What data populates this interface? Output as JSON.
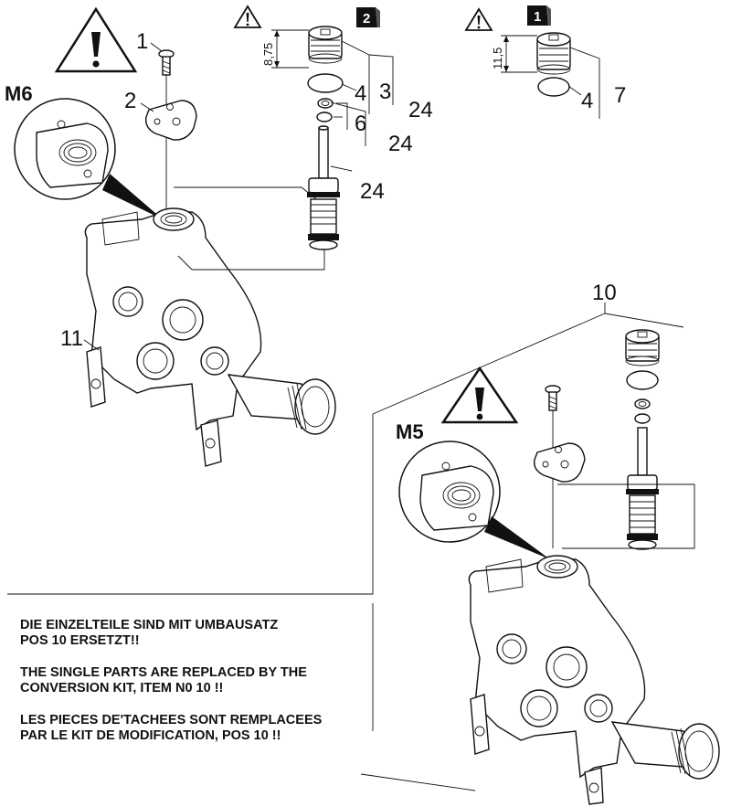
{
  "callouts": {
    "c1": "1",
    "c2": "2",
    "c3": "3",
    "c4a": "4",
    "c4b": "4",
    "c6": "6",
    "c7": "7",
    "c10": "10",
    "c11": "11",
    "c24a": "24",
    "c24b": "24",
    "c24c": "24"
  },
  "labels": {
    "m6": "M6",
    "m5": "M5"
  },
  "dimensions": {
    "d1": "8,75",
    "d2": "11,5"
  },
  "badges": {
    "b2": "2",
    "b1": "1"
  },
  "notice": {
    "de": "DIE EINZELTEILE SIND MIT UMBAUSATZ\nPOS 10 ERSETZT!!",
    "en": "THE SINGLE PARTS ARE REPLACED BY THE\nCONVERSION KIT, ITEM N0 10 !!",
    "fr": "LES PIECES DE'TACHEES SONT REMPLACEES\nPAR  LE KIT DE MODIFICATION, POS 10 !!"
  }
}
